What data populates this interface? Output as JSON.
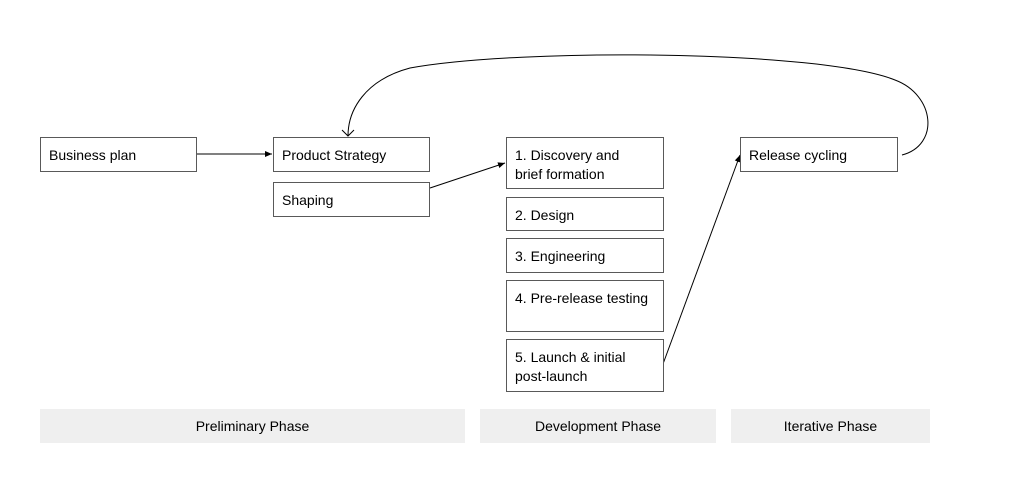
{
  "preliminary": {
    "business_plan": "Business plan",
    "product_strategy": "Product Strategy",
    "shaping": "Shaping"
  },
  "development": {
    "discovery": "1. Discovery and\nbrief formation",
    "design": "2. Design",
    "engineering": "3. Engineering",
    "testing": "4. Pre-release testing",
    "launch": "5. Launch & initial\npost-launch"
  },
  "iterative": {
    "release_cycling": "Release cycling"
  },
  "phases": {
    "preliminary": "Preliminary Phase",
    "development": "Development Phase",
    "iterative": "Iterative Phase"
  },
  "colors": {
    "box_border": "#595959",
    "phase_bg": "#efefef",
    "connector": "#000000"
  }
}
